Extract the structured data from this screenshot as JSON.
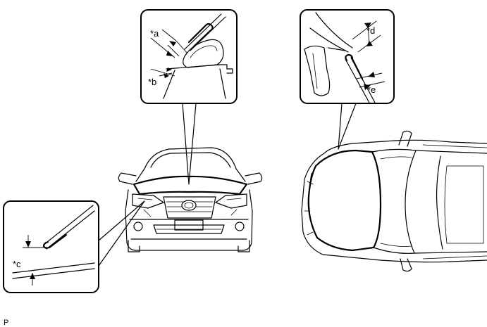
{
  "labels": {
    "a": "*a",
    "b": "*b",
    "c": "*c",
    "d": "*d",
    "e": "*e"
  },
  "footer": "P"
}
